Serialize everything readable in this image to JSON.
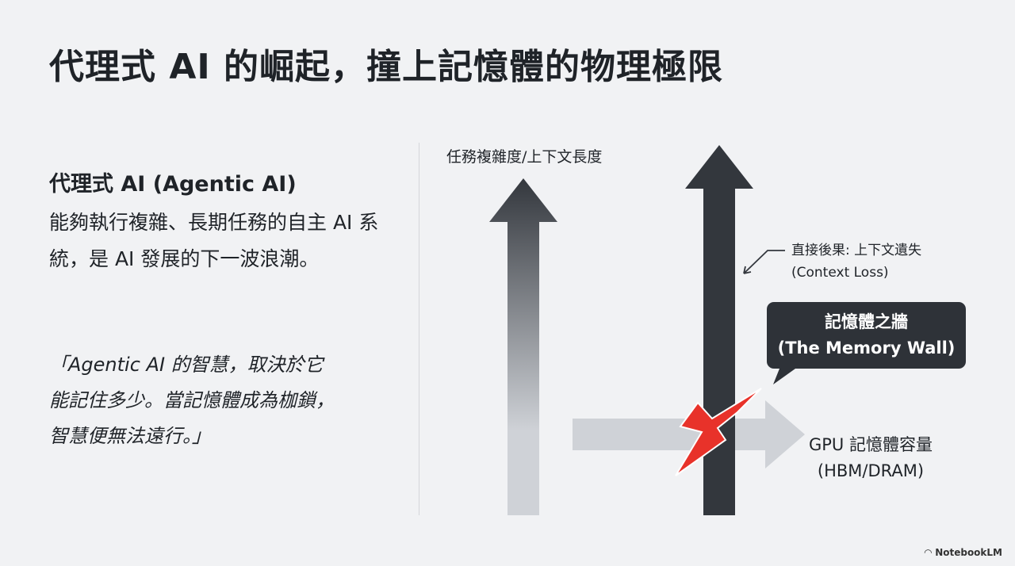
{
  "title": "代理式 AI 的崛起，撞上記憶體的物理極限",
  "left": {
    "heading": "代理式 AI (Agentic AI)",
    "description": "能夠執行複雜、長期任務的自主 AI 系統，是 AI 發展的下一波浪潮。",
    "quote_lines": [
      "「Agentic AI 的智慧，取決於它",
      "能記住多少。當記憶體成為枷鎖，",
      "智慧便無法遠行。」"
    ]
  },
  "diagram": {
    "y_axis_label": "任務複雜度/上下文長度",
    "consequence_line1": "直接後果: 上下文遺失",
    "consequence_line2": "(Context Loss)",
    "callout_line1": "記憶體之牆",
    "callout_line2": "(The Memory Wall)",
    "x_label_line1": "GPU 記憶體容量",
    "x_label_line2": "(HBM/DRAM)",
    "colors": {
      "dark": "#33373d",
      "light": "#cfd2d7",
      "red": "#e8322a"
    }
  },
  "brand": "NotebookLM"
}
